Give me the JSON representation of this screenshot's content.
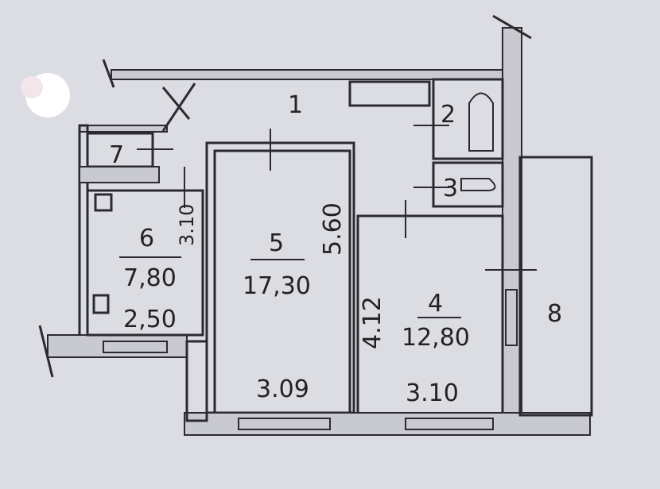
{
  "rooms": [
    {
      "number": "1"
    },
    {
      "number": "2"
    },
    {
      "number": "3"
    },
    {
      "number": "4",
      "area": "12,80",
      "width": "3.10",
      "length": "4.12"
    },
    {
      "number": "5",
      "area": "17,30",
      "width": "3.09",
      "length": "5.60"
    },
    {
      "number": "6",
      "area": "7,80",
      "width": "2,50",
      "length": "3.10"
    },
    {
      "number": "7"
    },
    {
      "number": "8"
    }
  ]
}
